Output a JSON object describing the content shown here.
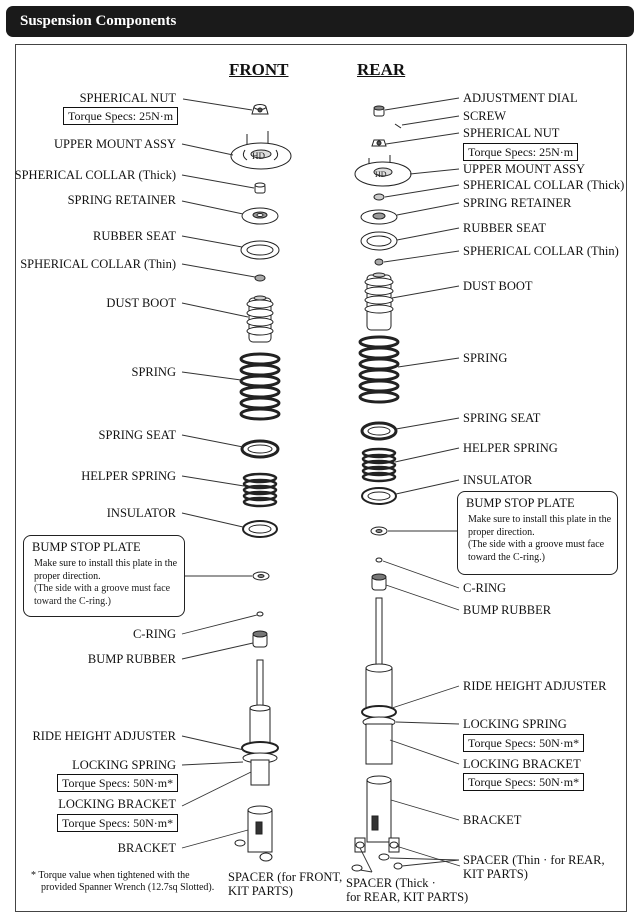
{
  "header": {
    "title": "Suspension Components"
  },
  "columns": {
    "front": "FRONT",
    "rear": "REAR"
  },
  "front": {
    "spherical_nut": "SPHERICAL NUT",
    "torque_nut": "Torque Specs: 25N·m",
    "upper_mount": "UPPER MOUNT ASSY",
    "collar_thick": "SPHERICAL COLLAR (Thick)",
    "spring_retainer": "SPRING RETAINER",
    "rubber_seat": "RUBBER SEAT",
    "collar_thin": "SPHERICAL COLLAR (Thin)",
    "dust_boot": "DUST BOOT",
    "spring": "SPRING",
    "spring_seat": "SPRING SEAT",
    "helper_spring": "HELPER SPRING",
    "insulator": "INSULATOR",
    "c_ring": "C-RING",
    "bump_rubber": "BUMP RUBBER",
    "ride_height": "RIDE HEIGHT ADJUSTER",
    "locking_spring": "LOCKING SPRING",
    "torque_locking_spring": "Torque Specs: 50N·m*",
    "locking_bracket": "LOCKING BRACKET",
    "torque_locking_bracket": "Torque Specs: 50N·m*",
    "bracket": "BRACKET",
    "spacer": "SPACER (for FRONT,",
    "spacer2": "KIT PARTS)"
  },
  "rear": {
    "adjustment_dial": "ADJUSTMENT DIAL",
    "screw": "SCREW",
    "spherical_nut": "SPHERICAL NUT",
    "torque_nut": "Torque Specs: 25N·m",
    "upper_mount": "UPPER MOUNT ASSY",
    "collar_thick": "SPHERICAL COLLAR (Thick)",
    "spring_retainer": "SPRING RETAINER",
    "rubber_seat": "RUBBER SEAT",
    "collar_thin": "SPHERICAL COLLAR (Thin)",
    "dust_boot": "DUST BOOT",
    "spring": "SPRING",
    "spring_seat": "SPRING SEAT",
    "helper_spring": "HELPER SPRING",
    "insulator": "INSULATOR",
    "c_ring": "C-RING",
    "bump_rubber": "BUMP RUBBER",
    "ride_height": "RIDE HEIGHT ADJUSTER",
    "locking_spring": "LOCKING SPRING",
    "torque_locking_spring": "Torque Specs: 50N·m*",
    "locking_bracket": "LOCKING BRACKET",
    "torque_locking_bracket": "Torque Specs: 50N·m*",
    "bracket": "BRACKET",
    "spacer_thin": "SPACER (Thin · for REAR,",
    "spacer_thin2": "KIT PARTS)",
    "spacer_thick": "SPACER (Thick ·",
    "spacer_thick2": "for REAR, KIT PARTS)"
  },
  "bump_stop_note": {
    "title": "BUMP STOP PLATE",
    "line1": "Make sure to install this plate in the",
    "line2": "proper direction.",
    "line3": "(The side with a groove must face",
    "line4": "toward the C-ring.)"
  },
  "footnote": {
    "line1": "* Torque value when tightened with the",
    "line2": "provided Spanner Wrench (12.7sq Slotted)."
  }
}
